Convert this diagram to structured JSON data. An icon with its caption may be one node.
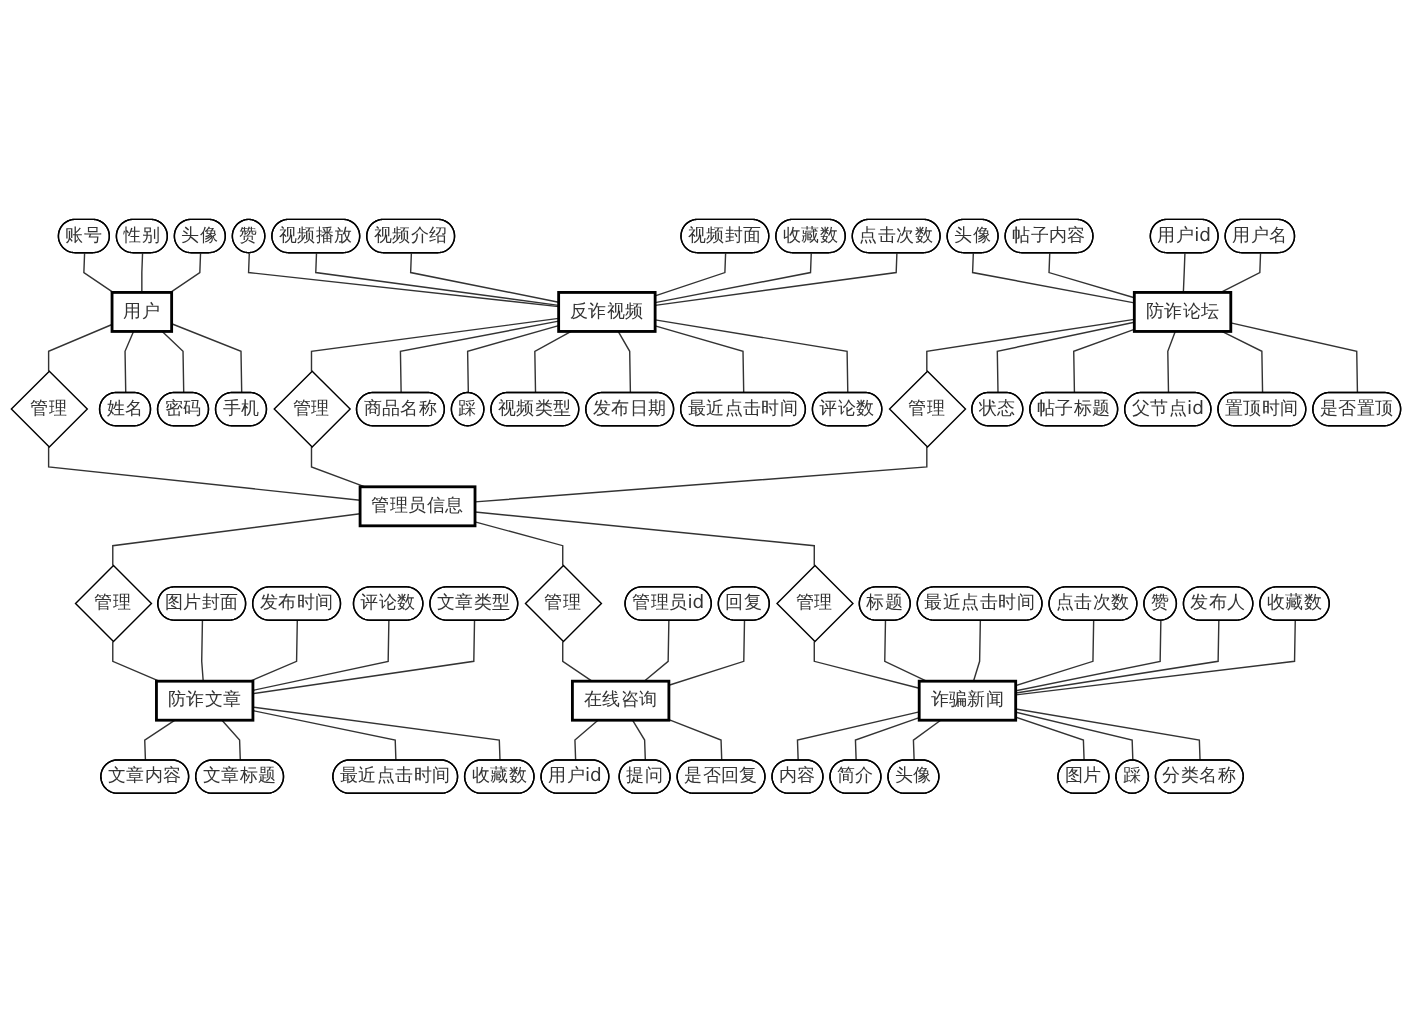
{
  "diagram": {
    "nodes": [
      {
        "text": [
          "管理员信息"
        ]
      },
      {
        "text": [
          "管理"
        ]
      },
      {
        "text": [
          "用户"
        ]
      },
      {
        "text": [
          "姓名"
        ]
      },
      {
        "text": [
          "账号"
        ]
      },
      {
        "text": [
          "密码"
        ]
      },
      {
        "text": [
          "性别"
        ]
      },
      {
        "text": [
          "手机"
        ]
      },
      {
        "text": [
          "头像"
        ]
      },
      {
        "text": [
          "管理"
        ]
      },
      {
        "text": [
          "反诈视频"
        ]
      },
      {
        "text": [
          "商品名称"
        ]
      },
      {
        "text": [
          "赞"
        ]
      },
      {
        "text": [
          "踩"
        ]
      },
      {
        "text": [
          "视频播放"
        ]
      },
      {
        "text": [
          "视频类型"
        ]
      },
      {
        "text": [
          "视频介绍"
        ]
      },
      {
        "text": [
          "发布日期"
        ]
      },
      {
        "text": [
          "视频封面"
        ]
      },
      {
        "text": [
          "最近点击时间"
        ]
      },
      {
        "text": [
          "收藏数"
        ]
      },
      {
        "text": [
          "评论数"
        ]
      },
      {
        "text": [
          "点击次数"
        ]
      },
      {
        "text": [
          "管理"
        ]
      },
      {
        "text": [
          "防诈论坛"
        ]
      },
      {
        "text": [
          "状态"
        ]
      },
      {
        "text": [
          "头像"
        ]
      },
      {
        "text": [
          "帖子标题"
        ]
      },
      {
        "text": [
          "帖子内容"
        ]
      },
      {
        "text": [
          "父节点id"
        ]
      },
      {
        "text": [
          "用户id"
        ]
      },
      {
        "text": [
          "置顶时间"
        ]
      },
      {
        "text": [
          "用户名"
        ]
      },
      {
        "text": [
          "是否置顶"
        ]
      },
      {
        "text": [
          "管理"
        ]
      },
      {
        "text": [
          "防诈文章"
        ]
      },
      {
        "text": [
          "文章内容"
        ]
      },
      {
        "text": [
          "图片封面"
        ]
      },
      {
        "text": [
          "文章标题"
        ]
      },
      {
        "text": [
          "发布时间"
        ]
      },
      {
        "text": [
          "最近点击时间"
        ]
      },
      {
        "text": [
          "评论数"
        ]
      },
      {
        "text": [
          "收藏数"
        ]
      },
      {
        "text": [
          "文章类型"
        ]
      },
      {
        "text": [
          "管理"
        ]
      },
      {
        "text": [
          "在线咨询"
        ]
      },
      {
        "text": [
          "用户id"
        ]
      },
      {
        "text": [
          "管理员id"
        ]
      },
      {
        "text": [
          "提问"
        ]
      },
      {
        "text": [
          "回复"
        ]
      },
      {
        "text": [
          "是否回复"
        ]
      },
      {
        "text": [
          "管理"
        ]
      },
      {
        "text": [
          "诈骗新闻"
        ]
      },
      {
        "text": [
          "内容"
        ]
      },
      {
        "text": [
          "标题"
        ]
      },
      {
        "text": [
          "简介"
        ]
      },
      {
        "text": [
          "最近点击时间"
        ]
      },
      {
        "text": [
          "头像"
        ]
      },
      {
        "text": [
          "点击次数"
        ]
      },
      {
        "text": [
          "图片"
        ]
      },
      {
        "text": [
          "赞"
        ]
      },
      {
        "text": [
          "踩"
        ]
      },
      {
        "text": [
          "发布人"
        ]
      },
      {
        "text": [
          "分类名称"
        ]
      },
      {
        "text": [
          "收藏数"
        ]
      }
    ],
    "edges": [
      {
        "from": 0,
        "to": 1,
        "arrow": "none"
      },
      {
        "from": 1,
        "to": 2,
        "arrow": "none"
      },
      {
        "from": 2,
        "to": 3,
        "arrow": "none"
      },
      {
        "from": 2,
        "to": 4,
        "arrow": "none"
      },
      {
        "from": 2,
        "to": 5,
        "arrow": "none"
      },
      {
        "from": 2,
        "to": 6,
        "arrow": "none"
      },
      {
        "from": 2,
        "to": 7,
        "arrow": "none"
      },
      {
        "from": 2,
        "to": 8,
        "arrow": "none"
      },
      {
        "from": 0,
        "to": 9,
        "arrow": "none"
      },
      {
        "from": 9,
        "to": 10,
        "arrow": "none"
      },
      {
        "from": 10,
        "to": 11,
        "arrow": "none"
      },
      {
        "from": 10,
        "to": 12,
        "arrow": "none"
      },
      {
        "from": 10,
        "to": 13,
        "arrow": "none"
      },
      {
        "from": 10,
        "to": 14,
        "arrow": "none"
      },
      {
        "from": 10,
        "to": 15,
        "arrow": "none"
      },
      {
        "from": 10,
        "to": 16,
        "arrow": "none"
      },
      {
        "from": 10,
        "to": 17,
        "arrow": "none"
      },
      {
        "from": 10,
        "to": 18,
        "arrow": "none"
      },
      {
        "from": 10,
        "to": 19,
        "arrow": "none"
      },
      {
        "from": 10,
        "to": 20,
        "arrow": "none"
      },
      {
        "from": 10,
        "to": 21,
        "arrow": "none"
      },
      {
        "from": 10,
        "to": 22,
        "arrow": "none"
      },
      {
        "from": 0,
        "to": 23,
        "arrow": "none"
      },
      {
        "from": 23,
        "to": 24,
        "arrow": "none"
      },
      {
        "from": 24,
        "to": 25,
        "arrow": "none"
      },
      {
        "from": 24,
        "to": 26,
        "arrow": "none"
      },
      {
        "from": 24,
        "to": 27,
        "arrow": "none"
      },
      {
        "from": 24,
        "to": 28,
        "arrow": "none"
      },
      {
        "from": 24,
        "to": 29,
        "arrow": "none"
      },
      {
        "from": 24,
        "to": 30,
        "arrow": "none"
      },
      {
        "from": 24,
        "to": 31,
        "arrow": "none"
      },
      {
        "from": 24,
        "to": 32,
        "arrow": "none"
      },
      {
        "from": 24,
        "to": 33,
        "arrow": "none"
      },
      {
        "from": 0,
        "to": 34,
        "arrow": "none"
      },
      {
        "from": 34,
        "to": 35,
        "arrow": "none"
      },
      {
        "from": 35,
        "to": 36,
        "arrow": "none"
      },
      {
        "from": 35,
        "to": 37,
        "arrow": "none"
      },
      {
        "from": 35,
        "to": 38,
        "arrow": "none"
      },
      {
        "from": 35,
        "to": 39,
        "arrow": "none"
      },
      {
        "from": 35,
        "to": 40,
        "arrow": "none"
      },
      {
        "from": 35,
        "to": 41,
        "arrow": "none"
      },
      {
        "from": 35,
        "to": 42,
        "arrow": "none"
      },
      {
        "from": 35,
        "to": 43,
        "arrow": "none"
      },
      {
        "from": 0,
        "to": 44,
        "arrow": "none"
      },
      {
        "from": 44,
        "to": 45,
        "arrow": "none"
      },
      {
        "from": 45,
        "to": 46,
        "arrow": "none"
      },
      {
        "from": 45,
        "to": 47,
        "arrow": "none"
      },
      {
        "from": 45,
        "to": 48,
        "arrow": "none"
      },
      {
        "from": 45,
        "to": 49,
        "arrow": "none"
      },
      {
        "from": 45,
        "to": 50,
        "arrow": "none"
      },
      {
        "from": 0,
        "to": 51,
        "arrow": "none"
      },
      {
        "from": 51,
        "to": 52,
        "arrow": "none"
      },
      {
        "from": 52,
        "to": 53,
        "arrow": "none"
      },
      {
        "from": 52,
        "to": 54,
        "arrow": "none"
      },
      {
        "from": 52,
        "to": 55,
        "arrow": "none"
      },
      {
        "from": 52,
        "to": 56,
        "arrow": "none"
      },
      {
        "from": 52,
        "to": 57,
        "arrow": "none"
      },
      {
        "from": 52,
        "to": 58,
        "arrow": "none"
      },
      {
        "from": 52,
        "to": 59,
        "arrow": "none"
      },
      {
        "from": 52,
        "to": 60,
        "arrow": "none"
      },
      {
        "from": 52,
        "to": 61,
        "arrow": "none"
      },
      {
        "from": 52,
        "to": 62,
        "arrow": "none"
      },
      {
        "from": 52,
        "to": 63,
        "arrow": "none"
      },
      {
        "from": 52,
        "to": 64,
        "arrow": "none"
      }
    ]
  }
}
